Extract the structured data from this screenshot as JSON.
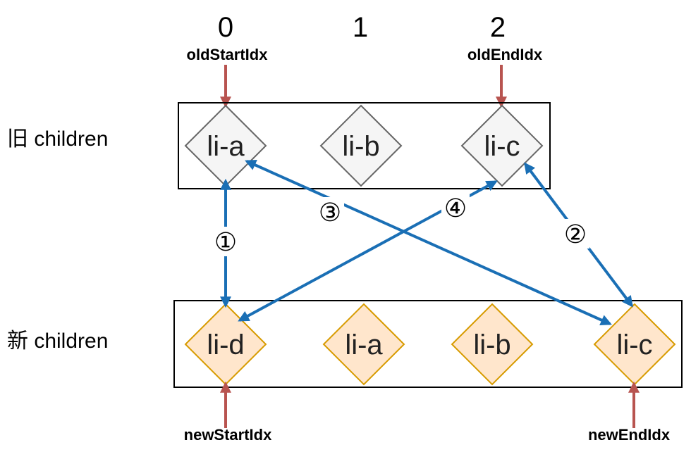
{
  "indices": [
    "0",
    "1",
    "2"
  ],
  "pointers": {
    "old_start": "oldStartIdx",
    "old_end": "oldEndIdx",
    "new_start": "newStartIdx",
    "new_end": "newEndIdx"
  },
  "rows": {
    "old_label": "旧 children",
    "new_label": "新 children"
  },
  "old_nodes": [
    "li-a",
    "li-b",
    "li-c"
  ],
  "new_nodes": [
    "li-d",
    "li-a",
    "li-b",
    "li-c"
  ],
  "steps": [
    "①",
    "②",
    "③",
    "④"
  ],
  "colors": {
    "old_fill": "#f5f5f5",
    "old_stroke": "#666666",
    "new_fill": "#ffe6cc",
    "new_stroke": "#d79b00",
    "pointer_arrow": "#b85450",
    "compare_arrow": "#1a6fb5"
  }
}
